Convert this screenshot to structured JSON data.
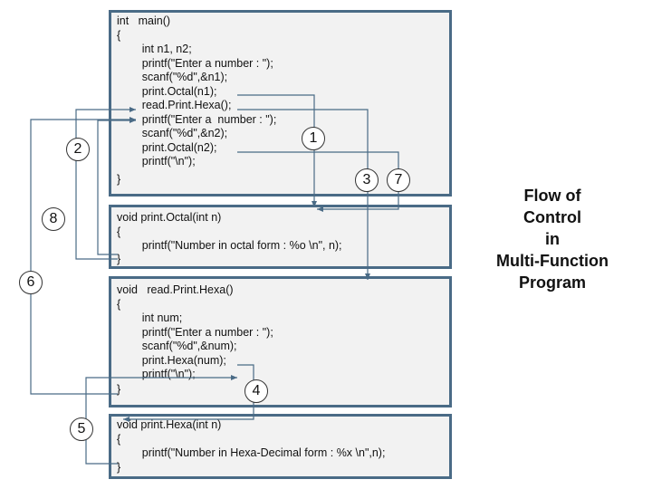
{
  "main_block": {
    "lines": [
      "int   main()",
      "{",
      "        int n1, n2;",
      "        printf(\"Enter a number : \");",
      "        scanf(\"%d\",&n1);",
      "        print.Octal(n1);",
      "        read.Print.Hexa();",
      "        printf(\"Enter a  number : \");",
      "        scanf(\"%d\",&n2);",
      "        print.Octal(n2);",
      "        printf(\"\\n\");",
      "}"
    ]
  },
  "print_octal_block": {
    "lines": [
      "void print.Octal(int n)",
      "{",
      "        printf(\"Number in octal form : %o \\n\", n);",
      "}"
    ]
  },
  "read_print_hexa_block": {
    "lines": [
      "void   read.Print.Hexa()",
      "{",
      "        int num;",
      "        printf(\"Enter a number : \");",
      "        scanf(\"%d\",&num);",
      "        print.Hexa(num);",
      "        printf(\"\\n\");",
      "}"
    ]
  },
  "print_hexa_block": {
    "lines": [
      "void print.Hexa(int n)",
      "{",
      "        printf(\"Number in Hexa-Decimal form : %x \\n\",n);",
      "}"
    ]
  },
  "step_labels": {
    "s1": "1",
    "s2": "2",
    "s3": "3",
    "s4": "4",
    "s5": "5",
    "s6": "6",
    "s7": "7",
    "s8": "8"
  },
  "title_lines": [
    "Flow of",
    "Control",
    "in",
    "Multi-Function",
    "Program"
  ],
  "colors": {
    "box_border": "#4a6b86",
    "box_fill": "#f2f2f2",
    "arrow": "#4a6b86"
  }
}
